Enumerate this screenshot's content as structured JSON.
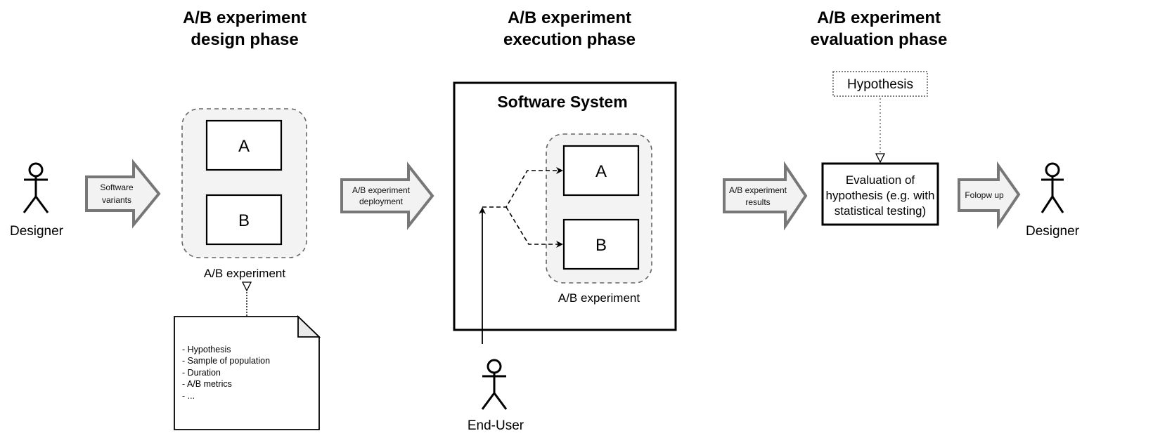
{
  "phases": {
    "design": {
      "title_line1": "A/B experiment",
      "title_line2": "design phase"
    },
    "execution": {
      "title_line1": "A/B experiment",
      "title_line2": "execution phase"
    },
    "evaluation": {
      "title_line1": "A/B experiment",
      "title_line2": "evaluation phase"
    }
  },
  "actors": {
    "designer_left": "Designer",
    "end_user": "End-User",
    "designer_right": "Designer"
  },
  "arrows": {
    "software_variants": {
      "line1": "Software",
      "line2": "variants"
    },
    "deployment": {
      "line1": "A/B experiment",
      "line2": "deployment"
    },
    "results": {
      "line1": "A/B experiment",
      "line2": "results"
    },
    "follow_up": {
      "line1": "Folopw up"
    }
  },
  "design_group": {
    "variant_a": "A",
    "variant_b": "B",
    "caption": "A/B experiment"
  },
  "note": {
    "items": [
      "- Hypothesis",
      "- Sample of population",
      "- Duration",
      "- A/B metrics",
      "- ..."
    ]
  },
  "software_system": {
    "title": "Software System",
    "variant_a": "A",
    "variant_b": "B",
    "caption": "A/B experiment"
  },
  "evaluation": {
    "hypothesis": "Hypothesis",
    "box_line1": "Evaluation of",
    "box_line2": "hypothesis (e.g. with",
    "box_line3": "statistical testing)"
  },
  "colors": {
    "arrow_fill": "#f2f2f2",
    "arrow_stroke": "#777777",
    "group_fill": "#f3f3f3"
  }
}
